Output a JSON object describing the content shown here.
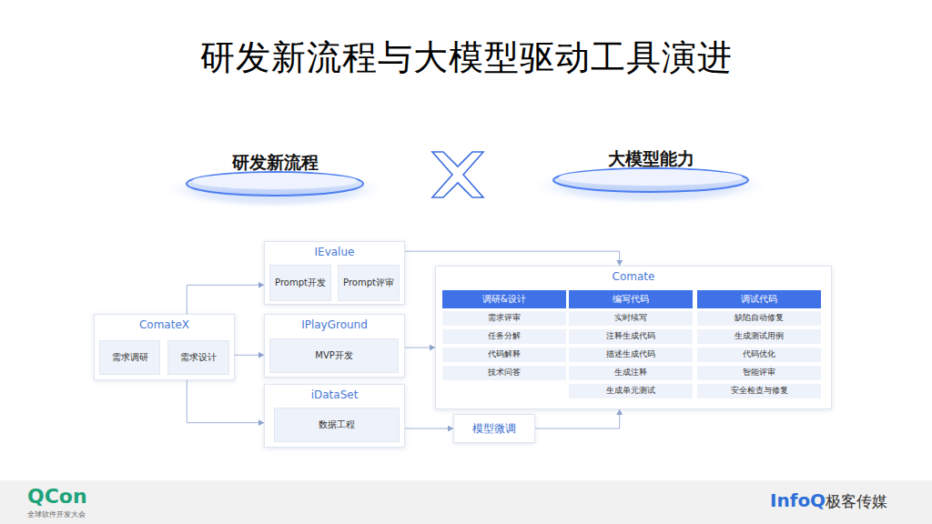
{
  "diagram": {
    "title": "研发新流程与大模型驱动工具演进",
    "nodes": [
      {
        "text": [
          "研发新流程"
        ]
      },
      {
        "text": [
          "大模型能力"
        ]
      },
      {
        "text": [
          "ComateX"
        ]
      },
      {
        "text": [
          "需求调研"
        ],
        "in": 2
      },
      {
        "text": [
          "需求设计"
        ],
        "in": 2
      },
      {
        "text": [
          "IEvalue"
        ]
      },
      {
        "text": [
          "Prompt开发"
        ],
        "in": 5
      },
      {
        "text": [
          "Prompt评审"
        ],
        "in": 5
      },
      {
        "text": [
          "IPlayGround"
        ]
      },
      {
        "text": [
          "MVP开发"
        ],
        "in": 8
      },
      {
        "text": [
          "iDataSet"
        ]
      },
      {
        "text": [
          "数据工程"
        ],
        "in": 10
      },
      {
        "text": [
          "模型微调"
        ]
      },
      {
        "text": [
          "Comate"
        ]
      },
      {
        "text": [
          "调研&设计"
        ],
        "in": 13
      },
      {
        "text": [
          "需求评审"
        ],
        "in": 13
      },
      {
        "text": [
          "任务分解"
        ],
        "in": 13
      },
      {
        "text": [
          "代码解释"
        ],
        "in": 13
      },
      {
        "text": [
          "技术问答"
        ],
        "in": 13
      },
      {
        "text": [
          "编写代码"
        ],
        "in": 13
      },
      {
        "text": [
          "实时续写"
        ],
        "in": 13
      },
      {
        "text": [
          "注释生成代码"
        ],
        "in": 13
      },
      {
        "text": [
          "描述生成代码"
        ],
        "in": 13
      },
      {
        "text": [
          "生成注释"
        ],
        "in": 13
      },
      {
        "text": [
          "生成单元测试"
        ],
        "in": 13
      },
      {
        "text": [
          "调试代码"
        ],
        "in": 13
      },
      {
        "text": [
          "缺陷自动修复"
        ],
        "in": 13
      },
      {
        "text": [
          "生成测试用例"
        ],
        "in": 13
      },
      {
        "text": [
          "代码优化"
        ],
        "in": 13
      },
      {
        "text": [
          "智能评审"
        ],
        "in": 13
      },
      {
        "text": [
          "安全检查与修复"
        ],
        "in": 13
      }
    ],
    "edges": [
      {
        "from": 2,
        "to": 5,
        "arrow": "to"
      },
      {
        "from": 2,
        "to": 8,
        "arrow": "to"
      },
      {
        "from": 2,
        "to": 10,
        "arrow": "to"
      },
      {
        "from": 5,
        "to": 13,
        "arrow": "to"
      },
      {
        "from": 8,
        "to": 13,
        "arrow": "to"
      },
      {
        "from": 10,
        "to": 12,
        "arrow": "to"
      },
      {
        "from": 12,
        "to": 13,
        "arrow": "to"
      }
    ],
    "labels": [
      "QCon",
      "全球软件开发大会",
      "InfoQ",
      "极客传媒"
    ]
  }
}
